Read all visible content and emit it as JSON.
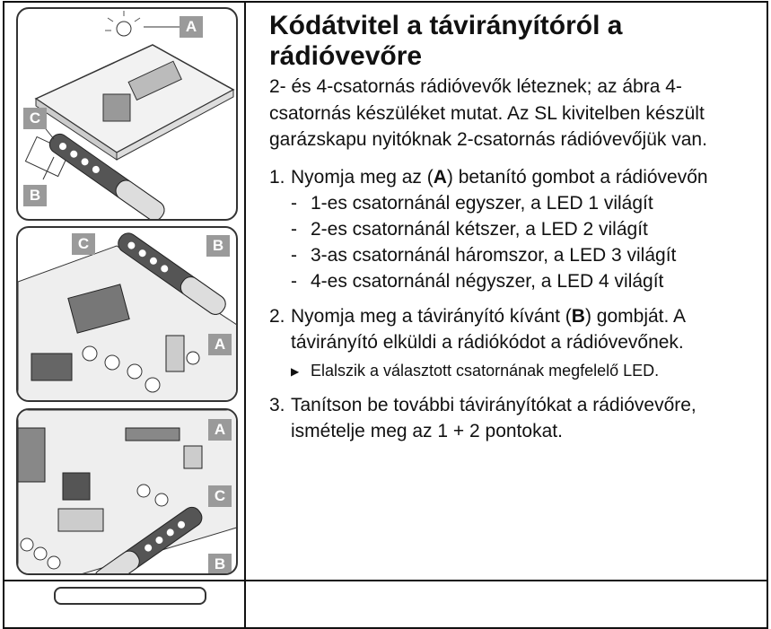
{
  "title": "Kódátvitel a távirányítóról a rádióvevőre",
  "intro": "2- és 4-csatornás rádióvevők léteznek; az ábra 4-csatornás készüléket mutat. Az SL kivitelben készült garázskapu nyitóknak 2-csatornás rádióvevőjük van.",
  "steps": [
    {
      "num": "1.",
      "pre": "Nyomja meg az (",
      "key": "A",
      "post": ") betanító gombot a rádióvevőn",
      "sub": [
        "1-es csatornánál egyszer, a LED 1 világít",
        "2-es csatornánál kétszer, a LED 2 világít",
        "3-as csatornánál háromszor, a LED 3 világít",
        "4-es csatornánál négyszer, a LED 4 világít"
      ]
    },
    {
      "num": "2.",
      "pre": "Nyomja meg a távirányító kívánt (",
      "key": "B",
      "post": ") gombját. A távirányító elküldi a rádiókódot a rádióvevőnek.",
      "result": "Elalszik a választott csatornának megfelelő LED."
    },
    {
      "num": "3.",
      "text": "Tanítson be további távirányítókat a rádióvevőre, ismételje meg az 1 + 2 pontokat."
    }
  ],
  "labels": {
    "a": "A",
    "b": "B",
    "c": "C"
  },
  "colors": {
    "label_bg": "#9a9a9a"
  }
}
